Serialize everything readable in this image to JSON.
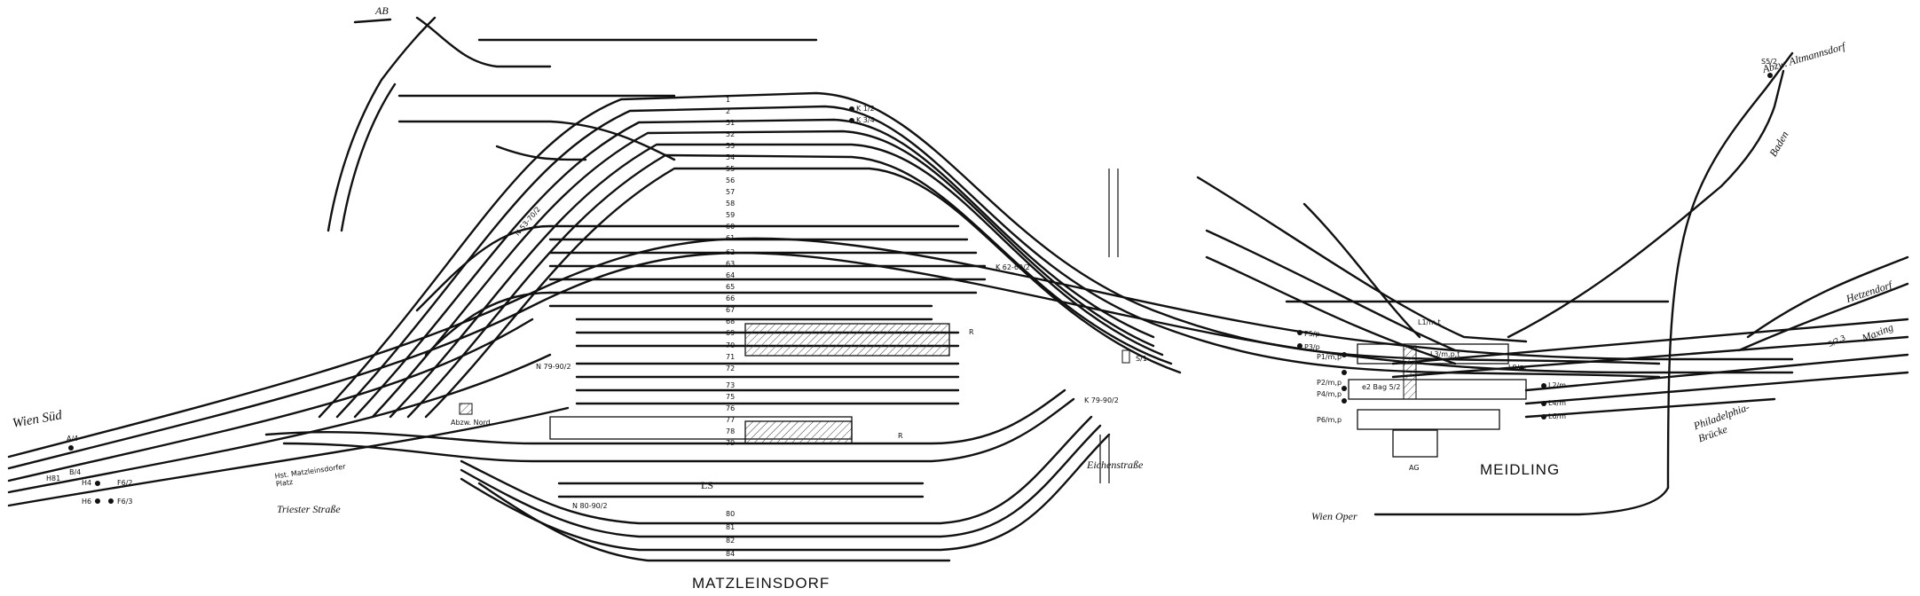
{
  "stations": {
    "matzleinsdorf": "MATZLEINSDORF",
    "meidling": "MEIDLING"
  },
  "directions": {
    "wien_sued": "Wien Süd",
    "wien_oper": "Wien Oper",
    "hetzendorf": "Hetzendorf",
    "maxing": "Maxing",
    "baden": "Baden",
    "altmannsdorf": "Abzw. Altmannsdorf",
    "ab": "AB"
  },
  "streets": {
    "triester": "Triester Straße",
    "eichen": "Eichenstraße",
    "philadelphia": "Philadelphia-\nBrücke",
    "matzleinsdorfer_platz": "Hst. Matzleinsdorfer\nPlatz"
  },
  "places": {
    "abzw_nord": "Abzw. Nord",
    "ls": "LS",
    "ag": "AG",
    "r1": "R",
    "r2": "R"
  },
  "track_numbers": [
    "1",
    "2",
    "51",
    "52",
    "53",
    "54",
    "55",
    "56",
    "57",
    "58",
    "59",
    "60",
    "61",
    "62",
    "63",
    "64",
    "65",
    "66",
    "67",
    "68",
    "69",
    "70",
    "71",
    "72",
    "73",
    "75",
    "76",
    "77",
    "78",
    "79",
    "80",
    "81",
    "82",
    "84"
  ],
  "signals": {
    "h81": "H81",
    "h6": "H6",
    "h4": "H4",
    "f6": "F6/3",
    "f6b": "F6/2",
    "a": "A/4",
    "b": "B/4",
    "k12": "K 1/2",
    "k34": "K 3/4",
    "k79": "K 79-90/2",
    "k62": "K 62-69/2",
    "n53": "N 53-70/2",
    "n79": "N 79-90/2",
    "n80": "N 80-90/2",
    "p1": "P1/m,p",
    "p2": "P2/m,p",
    "p4": "P4/m,p",
    "p6": "P6/m,p",
    "p5": "P5/p",
    "p3": "P3/p",
    "l1": "L1/m,t",
    "l3": "L3/m,p,t",
    "l2": "L2/m",
    "l4": "L4/m",
    "l6": "L6/m",
    "l9": "L9/m",
    "bag": "e2 Bag 5/2",
    "sb": "S/2,3",
    "s1": "S/1",
    "s5": "S5/2"
  }
}
